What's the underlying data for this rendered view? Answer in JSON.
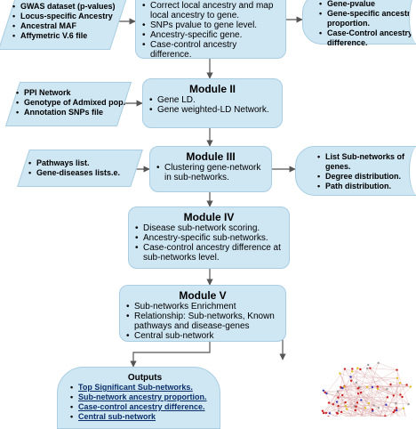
{
  "colors": {
    "box_fill": "#cfe6f3",
    "box_border": "#a9cde2",
    "arrow": "#555555",
    "link_text": "#0a2f6b"
  },
  "inputs_top": [
    "GWAS dataset (p-values)",
    "Locus-specific Ancestry",
    "Ancestral MAF",
    "Affymetric V.6 file"
  ],
  "module1": {
    "items": [
      "Correct local ancestry and map local ancestry to gene.",
      "SNPs pvalue to gene level.",
      "Ancestry-specific gene.",
      "Case-control ancestry difference."
    ]
  },
  "store_top": [
    "Gene-pvalue",
    "Gene-specific ancestry proportion.",
    "Case-Control ancestry difference."
  ],
  "inputs_module2": [
    "PPI Network",
    "Genotype of Admixed pop.",
    "Annotation  SNPs file"
  ],
  "module2": {
    "title": "Module II",
    "items": [
      "Gene LD.",
      "Gene weighted-LD Network."
    ]
  },
  "inputs_module3": [
    "Pathways list.",
    "Gene-diseases lists.e."
  ],
  "module3": {
    "title": "Module III",
    "items": [
      "Clustering gene-network in sub-networks."
    ]
  },
  "store_module3": [
    "List Sub-networks of genes.",
    "Degree distribution.",
    "Path distribution."
  ],
  "module4": {
    "title": "Module IV",
    "items": [
      "Disease sub-network scoring.",
      "Ancestry-specific sub-networks.",
      "Case-control ancestry difference at sub-networks level."
    ]
  },
  "module5": {
    "title": "Module V",
    "items": [
      "Sub-networks Enrichment",
      "Relationship: Sub-networks, Known pathways and disease-genes",
      "Central sub-network"
    ]
  },
  "outputs": {
    "title": "Outputs",
    "items": [
      "Top Significant Sub-networks.",
      "Sub-network ancestry proportion.",
      "Case-control ancestry difference.",
      "Central sub-network"
    ]
  }
}
